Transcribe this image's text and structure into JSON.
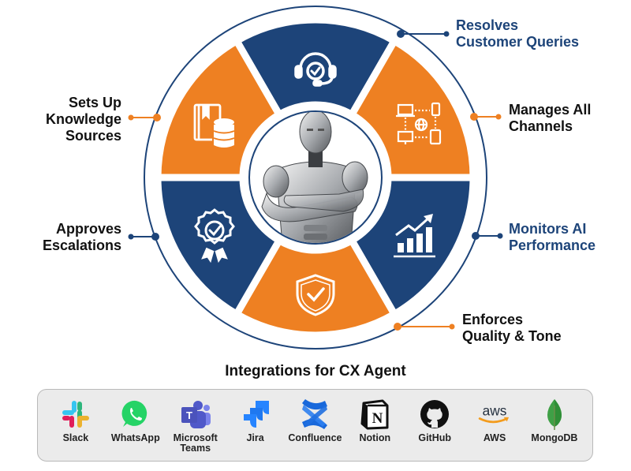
{
  "diagram": {
    "colors": {
      "navy": "#1d4479",
      "orange": "#ee8022",
      "ring": "#1d4479",
      "background": "#ffffff"
    },
    "center": {
      "figure": "silver-humanoid-robot-arms-crossed"
    },
    "segments": [
      {
        "position": "top",
        "color": "navy",
        "icon": "headset-check-icon"
      },
      {
        "position": "upper-right",
        "color": "orange",
        "icon": "multi-device-network-icon"
      },
      {
        "position": "lower-right",
        "color": "navy",
        "icon": "bar-chart-growth-icon"
      },
      {
        "position": "bottom",
        "color": "orange",
        "icon": "shield-check-icon"
      },
      {
        "position": "lower-left",
        "color": "navy",
        "icon": "award-badge-check-icon"
      },
      {
        "position": "upper-left",
        "color": "orange",
        "icon": "book-database-icon"
      }
    ],
    "labels": {
      "resolves": {
        "line1": "Resolves",
        "line2": "Customer Queries"
      },
      "manages": {
        "line1": "Manages All",
        "line2": "Channels"
      },
      "monitors": {
        "line1": "Monitors AI",
        "line2": "Performance"
      },
      "enforces": {
        "line1": "Enforces",
        "line2": "Quality & Tone"
      },
      "approves": {
        "line1": "Approves",
        "line2": "Escalations"
      },
      "knowledge": {
        "line1": "Sets Up",
        "line2": "Knowledge",
        "line3": "Sources"
      }
    }
  },
  "integrations": {
    "title": "Integrations for CX Agent",
    "items": [
      {
        "name": "Slack",
        "icon": "slack-icon"
      },
      {
        "name": "WhatsApp",
        "icon": "whatsapp-icon"
      },
      {
        "name": "Microsoft Teams",
        "line1": "Microsoft",
        "line2": "Teams",
        "icon": "microsoft-teams-icon"
      },
      {
        "name": "Jira",
        "icon": "jira-icon"
      },
      {
        "name": "Confluence",
        "icon": "confluence-icon"
      },
      {
        "name": "Notion",
        "icon": "notion-icon"
      },
      {
        "name": "GitHub",
        "icon": "github-icon"
      },
      {
        "name": "AWS",
        "icon": "aws-icon",
        "wordmark": "aws"
      },
      {
        "name": "MongoDB",
        "icon": "mongodb-icon"
      }
    ]
  }
}
